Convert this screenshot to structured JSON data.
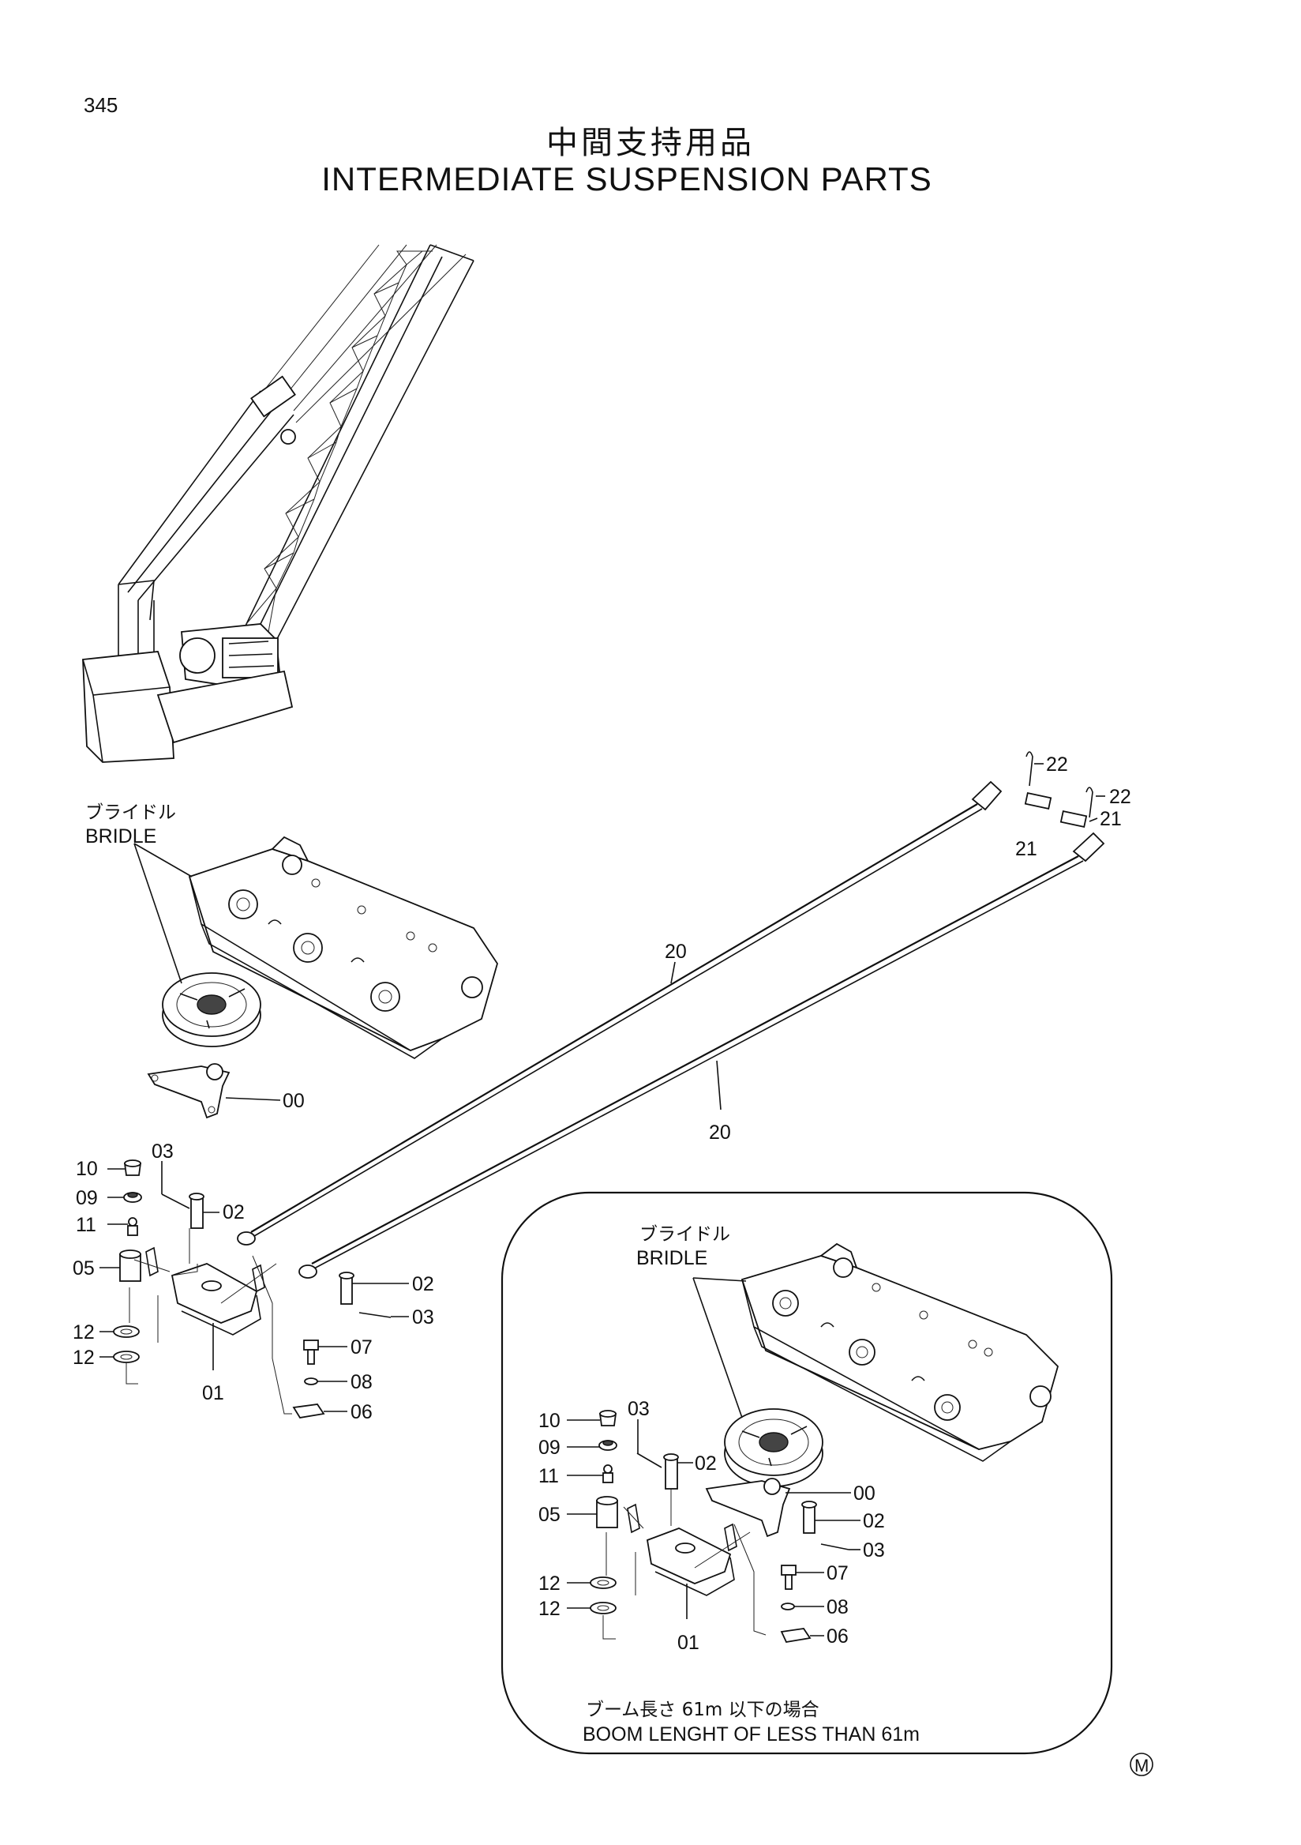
{
  "page_number": "345",
  "title_jp": "中間支持用品",
  "title_en": "INTERMEDIATE SUSPENSION PARTS",
  "bridle_label_jp": "ブライドル",
  "bridle_label_en": "BRIDLE",
  "callouts": {
    "c00": "00",
    "c01": "01",
    "c02": "02",
    "c03": "03",
    "c05": "05",
    "c06": "06",
    "c07": "07",
    "c08": "08",
    "c09": "09",
    "c10": "10",
    "c11": "11",
    "c12": "12",
    "c20": "20",
    "c21": "21",
    "c22": "22"
  },
  "inset_note_jp": "ブーム長さ 61m 以下の場合",
  "inset_note_en": "BOOM LENGHT OF LESS THAN  61m",
  "mark": "M"
}
